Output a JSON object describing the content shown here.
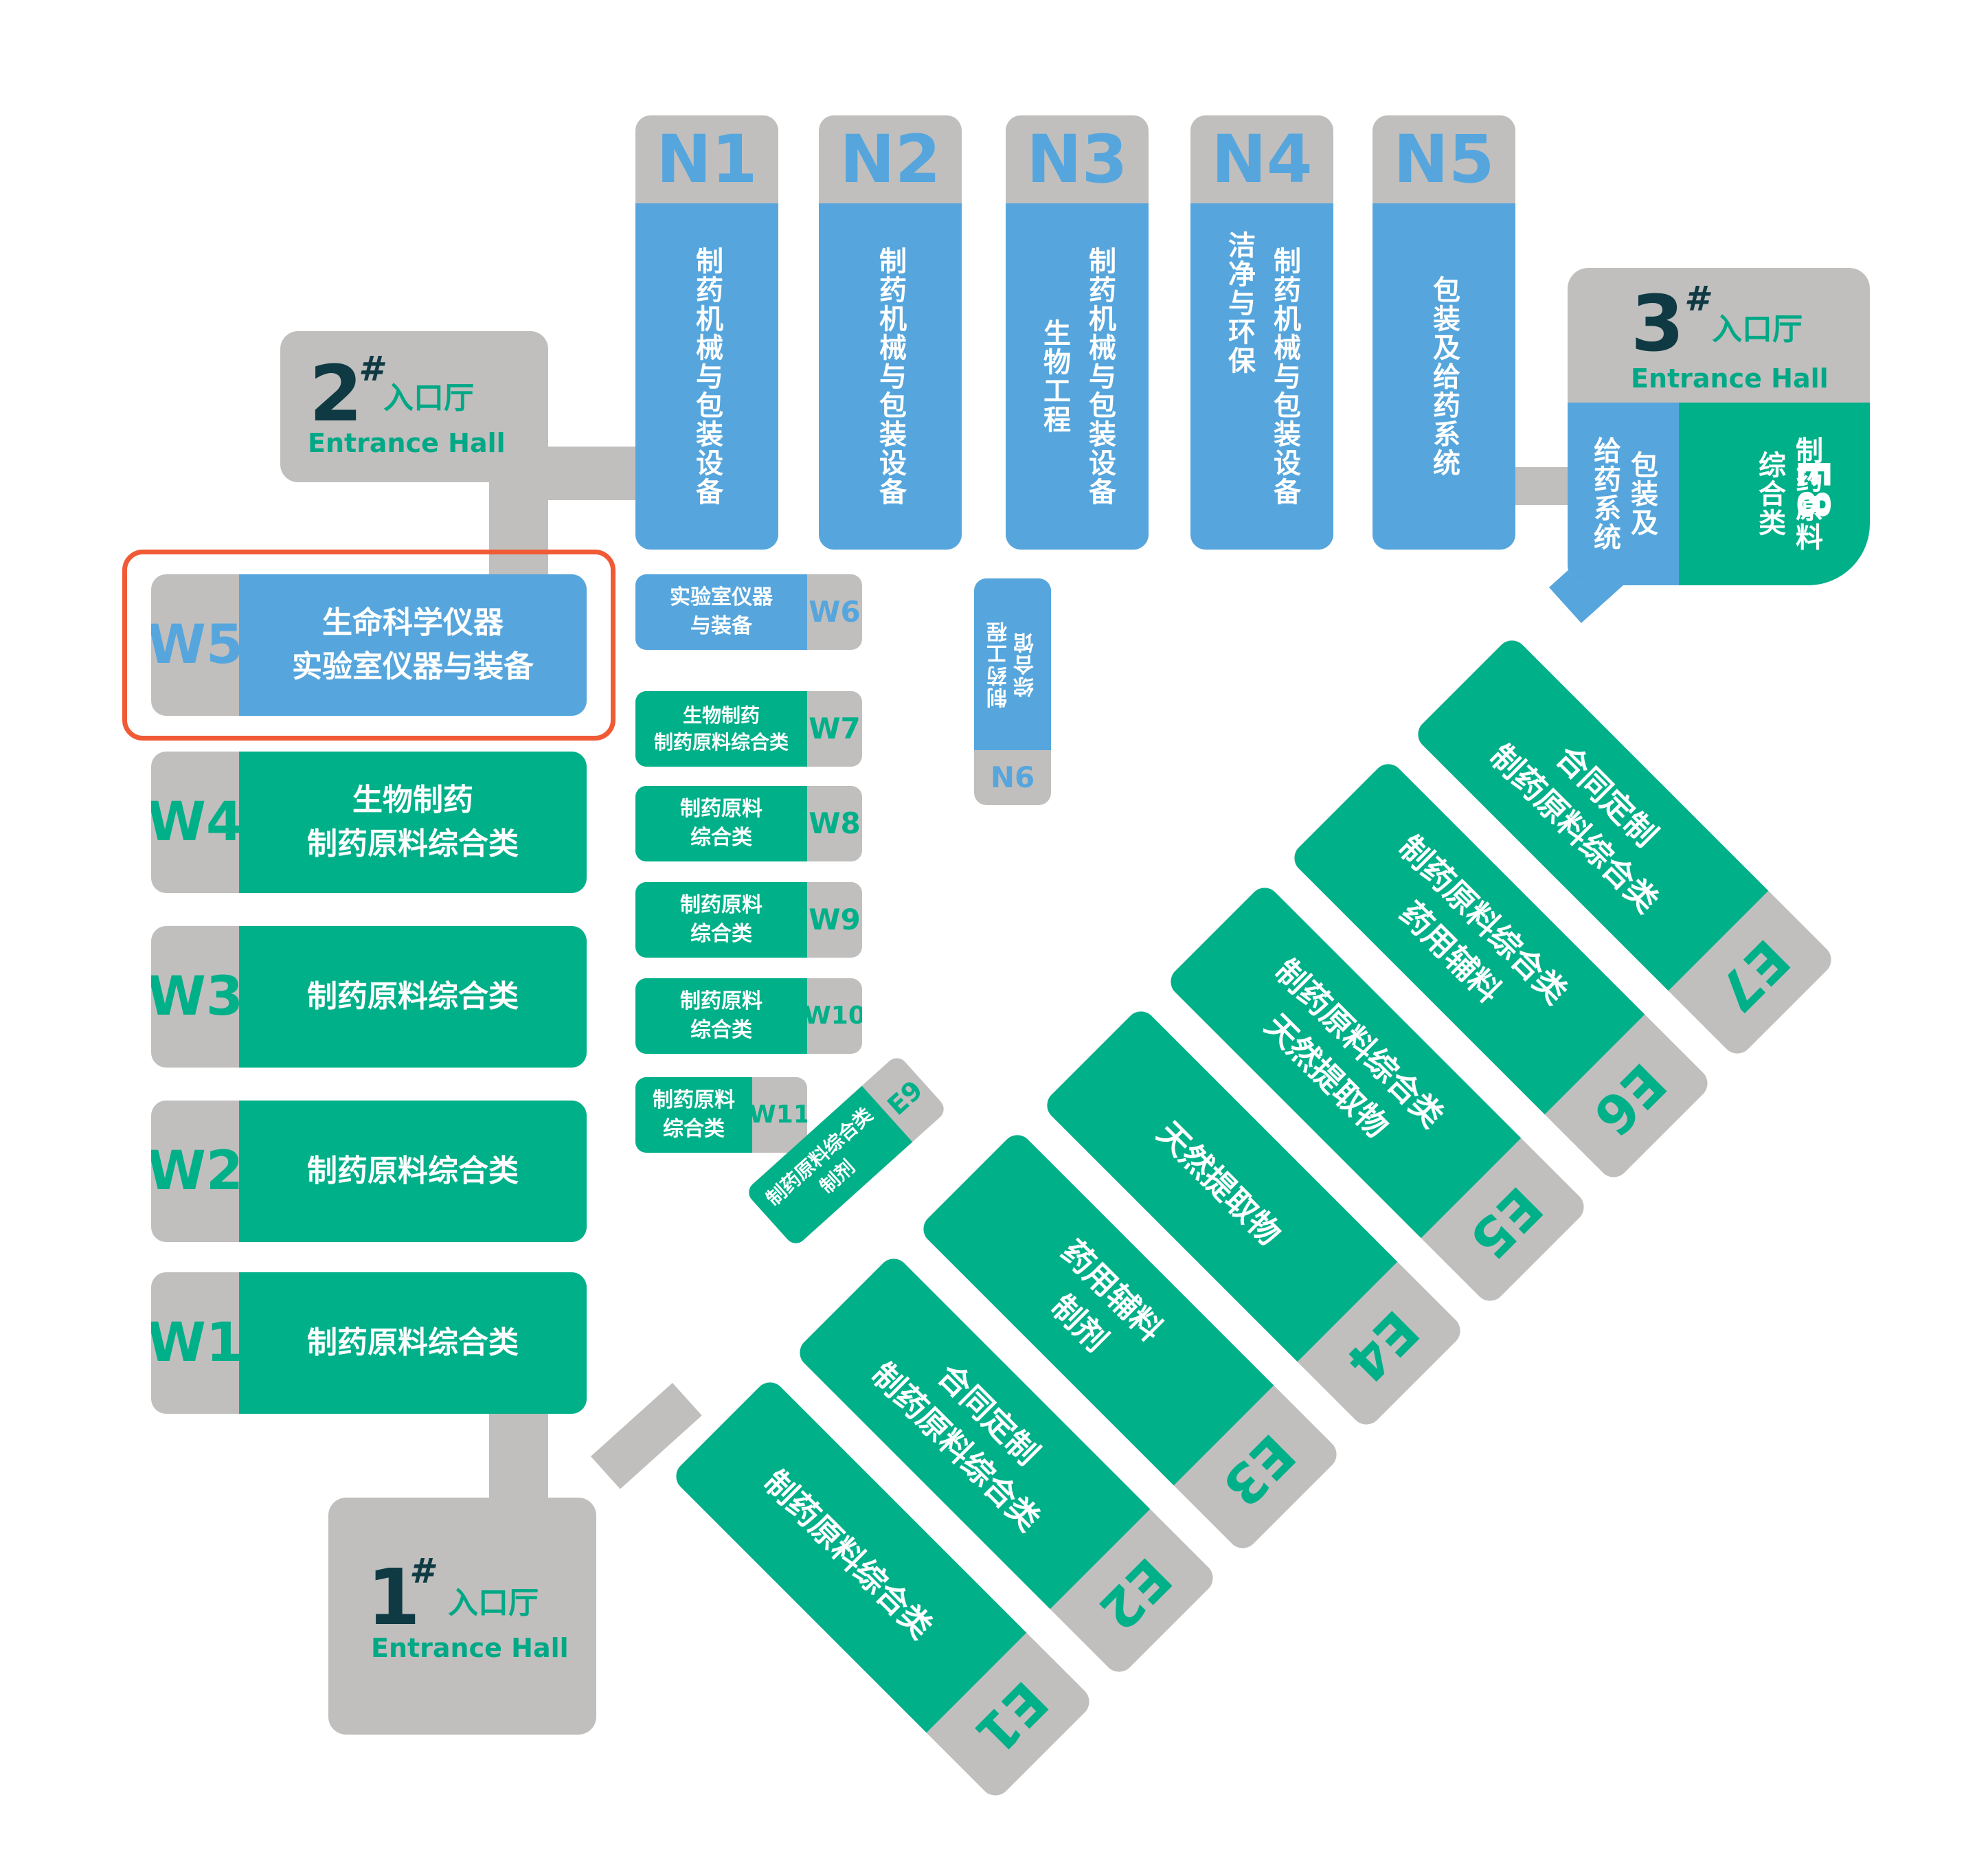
{
  "colors": {
    "blue": "#56a6dd",
    "green": "#00b089",
    "grey": "#c0bfbe",
    "selection": "#f05a35",
    "hall_number": "#0f3a43"
  },
  "entrances": {
    "e1": {
      "num": "1",
      "hash": "#",
      "cn": "入口厅",
      "en": "Entrance Hall"
    },
    "e2": {
      "num": "2",
      "hash": "#",
      "cn": "入口厅",
      "en": "Entrance Hall"
    },
    "e3": {
      "num": "3",
      "hash": "#",
      "cn": "入口厅",
      "en": "Entrance Hall"
    }
  },
  "north": [
    {
      "code": "N1",
      "label": "制药机械与包装设备"
    },
    {
      "code": "N2",
      "label": "制药机械与包装设备"
    },
    {
      "code": "N3",
      "label_lines": [
        "制药机械与包装设备",
        "生物工程"
      ]
    },
    {
      "code": "N4",
      "label_lines": [
        "制药机械与包装设备",
        "洁净与环保"
      ]
    },
    {
      "code": "N5",
      "label": "包装及给药系统"
    }
  ],
  "n6": {
    "code": "N6",
    "label": "制药工程\n综合馆"
  },
  "e8": {
    "code": "E8",
    "label_blue": "包装及\n给药系统",
    "label_green": "制药原料\n综合类"
  },
  "west": [
    {
      "code": "W5",
      "label": "生命科学仪器\n实验室仪器与装备",
      "selected": true
    },
    {
      "code": "W4",
      "label": "生物制药\n制药原料综合类"
    },
    {
      "code": "W3",
      "label": "制药原料综合类"
    },
    {
      "code": "W2",
      "label": "制药原料综合类"
    },
    {
      "code": "W1",
      "label": "制药原料综合类"
    }
  ],
  "west_small": [
    {
      "code": "W6",
      "label": "实验室仪器\n与装备"
    },
    {
      "code": "W7",
      "label": "生物制药\n制药原料综合类"
    },
    {
      "code": "W8",
      "label": "制药原料\n综合类"
    },
    {
      "code": "W9",
      "label": "制药原料\n综合类"
    },
    {
      "code": "W10",
      "label": "制药原料\n综合类"
    },
    {
      "code": "W11",
      "label": "制药原料\n综合类"
    }
  ],
  "e9": {
    "code": "E9",
    "label": "制药原料综合类\n制剂"
  },
  "east": [
    {
      "code": "E1",
      "label": "制药原料综合类"
    },
    {
      "code": "E2",
      "label": "合同定制\n制药原料综合类"
    },
    {
      "code": "E3",
      "label": "药用辅料\n制剂"
    },
    {
      "code": "E4",
      "label": "天然提取物"
    },
    {
      "code": "E5",
      "label": "制药原料综合类\n天然提取物"
    },
    {
      "code": "E6",
      "label": "制药原料综合类\n药用辅料"
    },
    {
      "code": "E7",
      "label": "合同定制\n制药原料综合类"
    }
  ]
}
